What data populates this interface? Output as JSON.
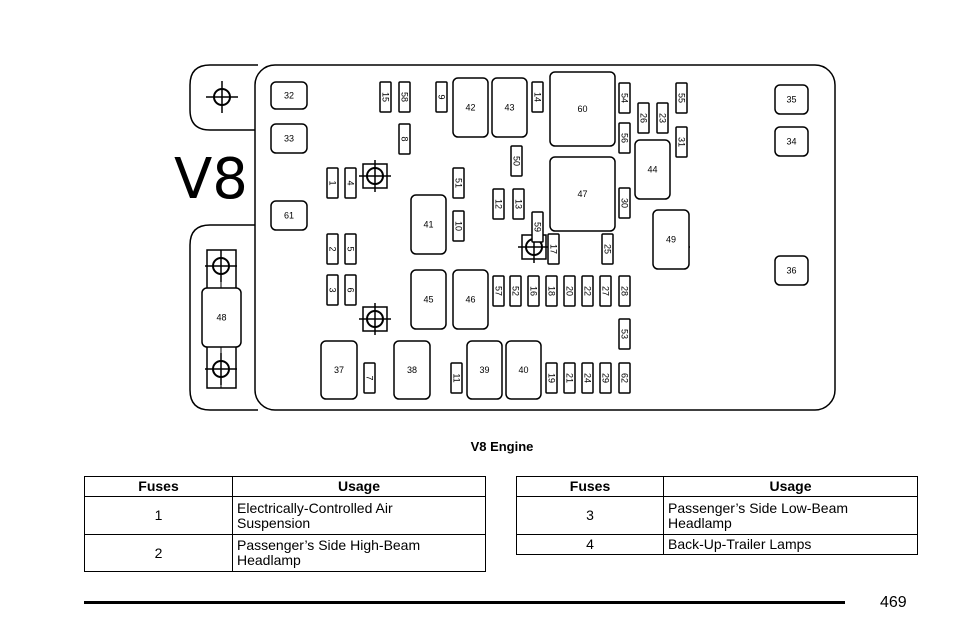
{
  "diagram": {
    "engine_label": "V8",
    "fuses": [
      "1",
      "2",
      "3",
      "4",
      "5",
      "6",
      "7",
      "8",
      "9",
      "10",
      "11",
      "12",
      "13",
      "14",
      "15",
      "16",
      "17",
      "18",
      "19",
      "20",
      "21",
      "22",
      "23",
      "24",
      "25",
      "26",
      "27",
      "28",
      "29",
      "30",
      "31",
      "32",
      "33",
      "34",
      "35",
      "36",
      "37",
      "38",
      "39",
      "40",
      "41",
      "42",
      "43",
      "44",
      "45",
      "46",
      "47",
      "48",
      "49",
      "50",
      "51",
      "52",
      "53",
      "54",
      "55",
      "56",
      "57",
      "58",
      "59",
      "60",
      "61",
      "62"
    ]
  },
  "caption": "V8 Engine",
  "tables": [
    {
      "headers": [
        "Fuses",
        "Usage"
      ],
      "rows": [
        {
          "fuse": "1",
          "usage": "Electrically-Controlled Air Suspension"
        },
        {
          "fuse": "2",
          "usage": "Passenger’s Side High-Beam Headlamp"
        }
      ]
    },
    {
      "headers": [
        "Fuses",
        "Usage"
      ],
      "rows": [
        {
          "fuse": "3",
          "usage": "Passenger’s Side Low-Beam Headlamp"
        },
        {
          "fuse": "4",
          "usage": "Back-Up-Trailer Lamps"
        }
      ]
    }
  ],
  "page_number": "469"
}
